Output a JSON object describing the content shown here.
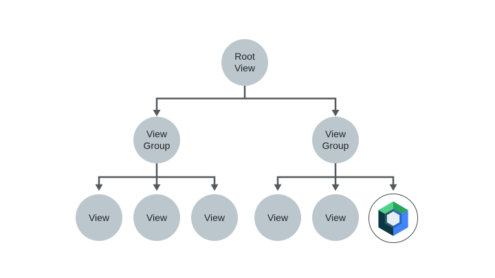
{
  "diagram": {
    "type": "tree",
    "description": "Android view hierarchy tree with a Jetpack Compose node as one leaf",
    "root": {
      "id": "root-view",
      "label_lines": [
        "Root",
        "View"
      ]
    },
    "groups": [
      {
        "id": "view-group-left",
        "label_lines": [
          "View",
          "Group"
        ],
        "children": [
          {
            "id": "view-1",
            "label_lines": [
              "View"
            ]
          },
          {
            "id": "view-2",
            "label_lines": [
              "View"
            ]
          },
          {
            "id": "view-3",
            "label_lines": [
              "View"
            ]
          }
        ]
      },
      {
        "id": "view-group-right",
        "label_lines": [
          "View",
          "Group"
        ],
        "children": [
          {
            "id": "view-4",
            "label_lines": [
              "View"
            ]
          },
          {
            "id": "view-5",
            "label_lines": [
              "View"
            ]
          },
          {
            "id": "compose-node",
            "icon": "jetpack-compose-logo"
          }
        ]
      }
    ],
    "colors": {
      "background": "#ffffff",
      "node_fill": "#bcc7cd",
      "connector": "#54595d",
      "text": "#1f2326",
      "compose_logo": {
        "green_light": "#4dd389",
        "green": "#2aa35c",
        "blue": "#4285f4",
        "blue_dark": "#2a63c8",
        "navy": "#0b3642",
        "teal": "#2b5b66",
        "core": "#e4eef7",
        "circle_stroke": "#43484c"
      }
    }
  }
}
